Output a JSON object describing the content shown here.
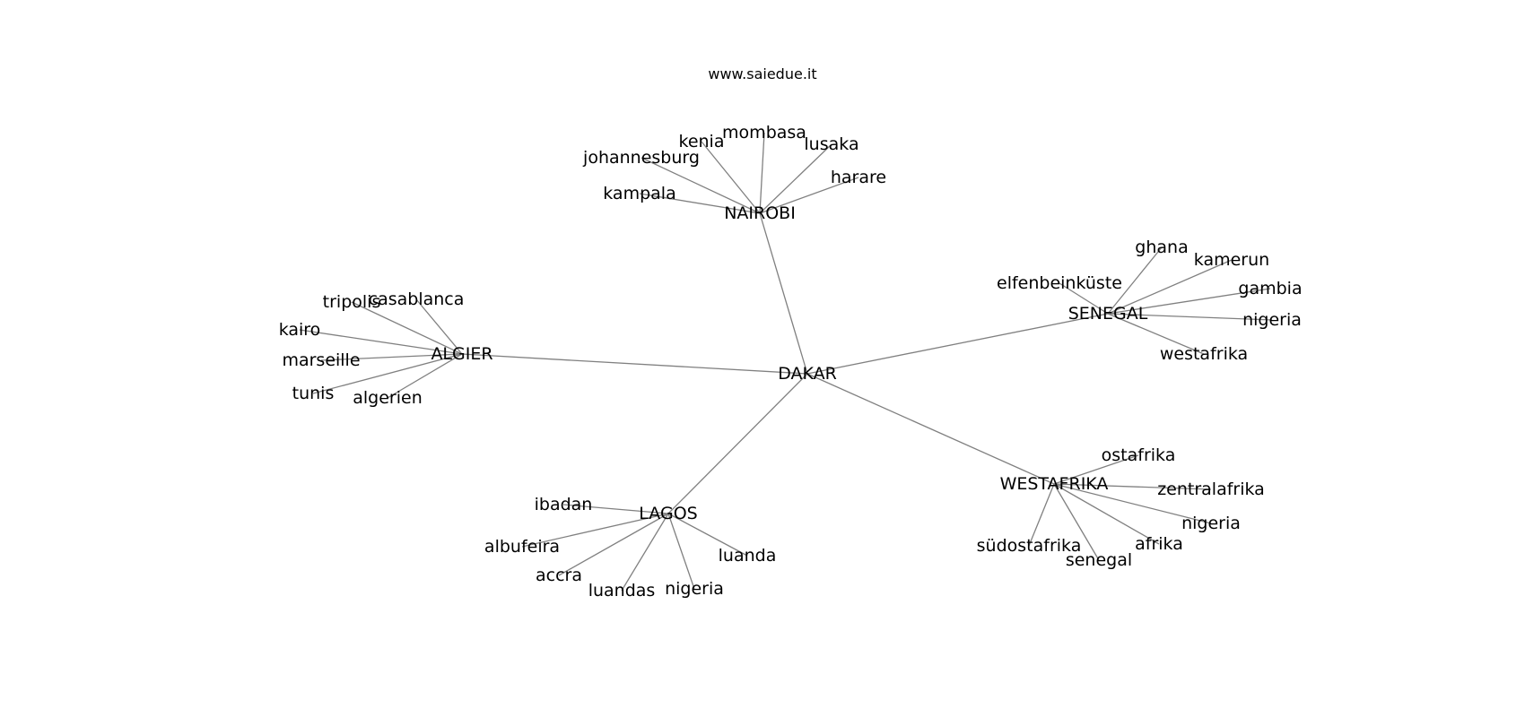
{
  "page": {
    "title": "www.saiedue.it"
  },
  "graph": {
    "root": "DAKAR",
    "hubs": [
      {
        "label": "NAIROBI",
        "leaves": [
          "kampala",
          "johannesburg",
          "kenia",
          "mombasa",
          "lusaka",
          "harare"
        ]
      },
      {
        "label": "SENEGAL",
        "leaves": [
          "elfenbeinküste",
          "ghana",
          "kamerun",
          "gambia",
          "nigeria",
          "westafrika"
        ]
      },
      {
        "label": "WESTAFRIKA",
        "leaves": [
          "ostafrika",
          "zentralafrika",
          "nigeria",
          "afrika",
          "senegal",
          "südostafrika"
        ]
      },
      {
        "label": "LAGOS",
        "leaves": [
          "luanda",
          "nigeria",
          "luandas",
          "accra",
          "albufeira",
          "ibadan"
        ]
      },
      {
        "label": "ALGIER",
        "leaves": [
          "casablanca",
          "tripolis",
          "kairo",
          "marseille",
          "tunis",
          "algerien"
        ]
      }
    ]
  },
  "colors": {
    "edge": "#808080",
    "text": "#000000",
    "background": "#ffffff"
  }
}
